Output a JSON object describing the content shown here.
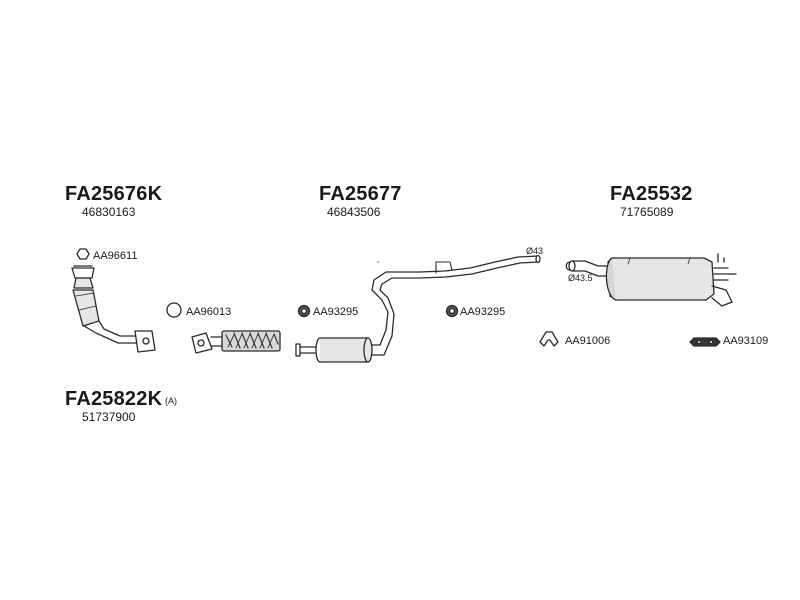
{
  "groups": [
    {
      "code": "FA25676K",
      "oem": "46830163"
    },
    {
      "code": "FA25677",
      "oem": "46843506"
    },
    {
      "code": "FA25532",
      "oem": "71765089"
    },
    {
      "code": "FA25822K",
      "suffix": "(A)",
      "oem": "51737900"
    }
  ],
  "accessories": {
    "a1": "AA96611",
    "a2": "AA96013",
    "a3": "AA93295",
    "a4": "AA93295",
    "a5": "AA91006",
    "a6": "AA93109"
  },
  "dimensions": {
    "d1": "Ø43",
    "d2": "Ø43.5"
  },
  "colors": {
    "line": "#2a2a2a",
    "fill": "#e6e6e6",
    "dark": "#333333"
  }
}
